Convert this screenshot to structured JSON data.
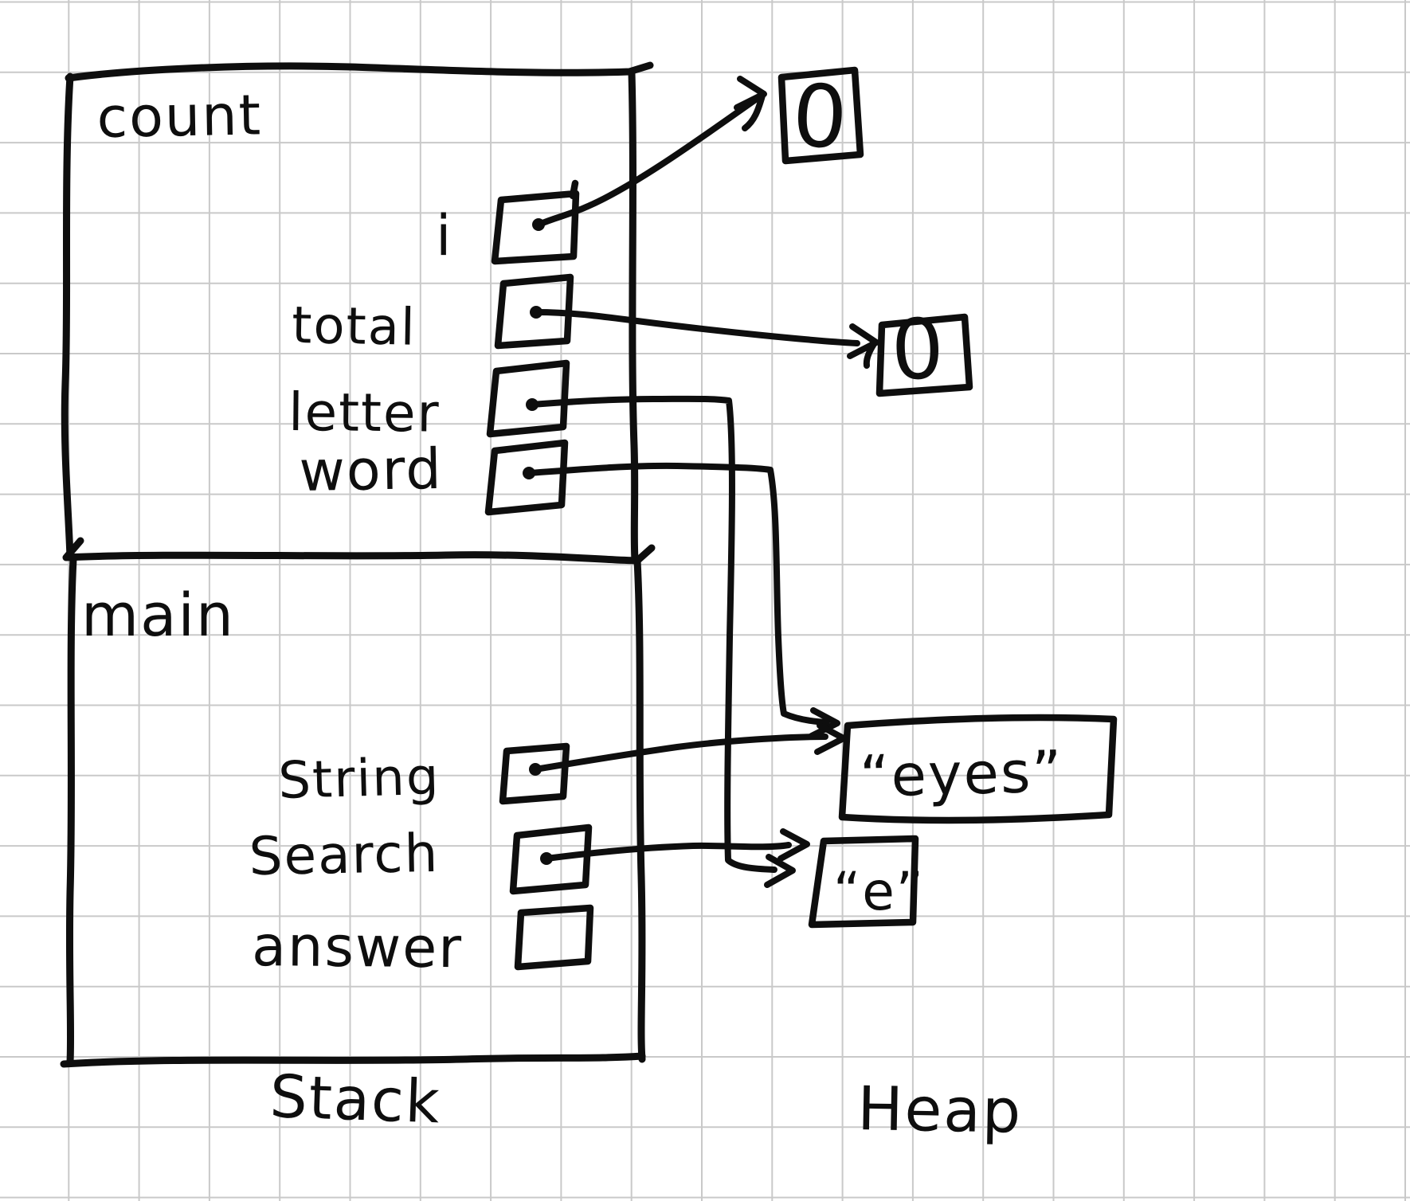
{
  "colors": {
    "paper": "#ffffff",
    "grid": "#c9c9c9",
    "ink": "#0e0e0e"
  },
  "labels": {
    "stack": "Stack",
    "heap": "Heap"
  },
  "stack": {
    "frames": [
      {
        "id": "count",
        "label": "count",
        "variables": [
          {
            "label": "i",
            "points_to": "heap-int-a"
          },
          {
            "label": "total",
            "points_to": "heap-int-b"
          },
          {
            "label": "letter",
            "points_to": "heap-str-e"
          },
          {
            "label": "word",
            "points_to": "heap-str-eyes"
          }
        ]
      },
      {
        "id": "main",
        "label": "main",
        "variables": [
          {
            "label": "String",
            "points_to": "heap-str-eyes"
          },
          {
            "label": "Search",
            "points_to": "heap-str-e"
          },
          {
            "label": "answer",
            "points_to": null
          }
        ]
      }
    ]
  },
  "heap": {
    "objects": [
      {
        "id": "heap-int-a",
        "value": "0"
      },
      {
        "id": "heap-int-b",
        "value": "0"
      },
      {
        "id": "heap-str-eyes",
        "value": "“eyes”"
      },
      {
        "id": "heap-str-e",
        "value": "“e”"
      }
    ]
  },
  "pointers": [
    {
      "from": "count.i",
      "to": "heap-int-a"
    },
    {
      "from": "count.total",
      "to": "heap-int-b"
    },
    {
      "from": "count.letter",
      "to": "heap-str-e"
    },
    {
      "from": "count.word",
      "to": "heap-str-eyes"
    },
    {
      "from": "main.String",
      "to": "heap-str-eyes"
    },
    {
      "from": "main.Search",
      "to": "heap-str-e"
    }
  ]
}
